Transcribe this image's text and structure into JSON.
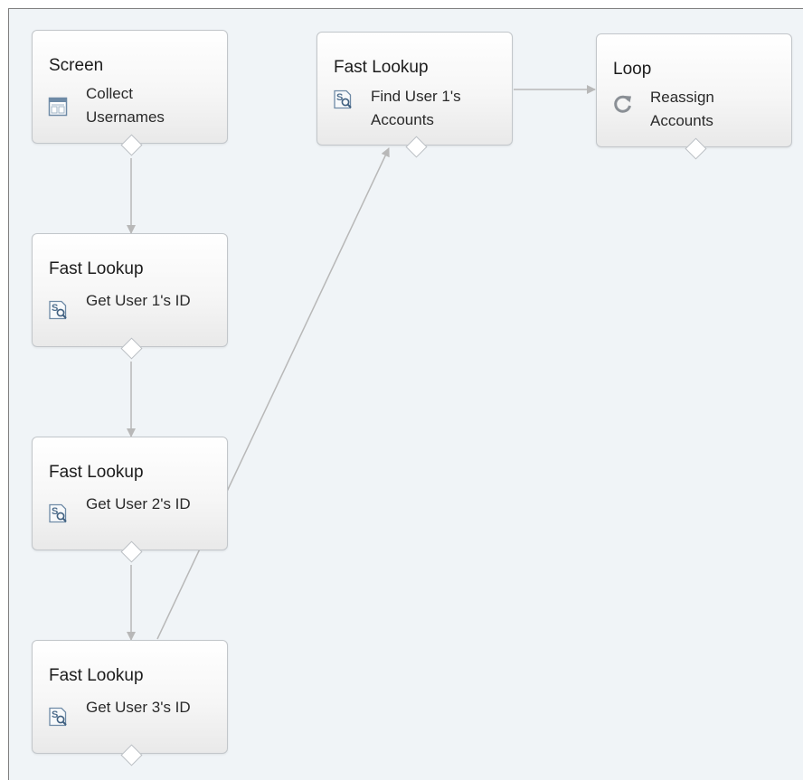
{
  "flow": {
    "nodes": [
      {
        "id": "screen-collect-usernames",
        "type": "Screen",
        "label": "Collect\nUsernames",
        "icon": "screen-icon"
      },
      {
        "id": "fast-lookup-get-user-1",
        "type": "Fast Lookup",
        "label": "Get User 1's ID",
        "icon": "fast-lookup-icon"
      },
      {
        "id": "fast-lookup-get-user-2",
        "type": "Fast Lookup",
        "label": "Get User 2's ID",
        "icon": "fast-lookup-icon"
      },
      {
        "id": "fast-lookup-get-user-3",
        "type": "Fast Lookup",
        "label": "Get User 3's ID",
        "icon": "fast-lookup-icon"
      },
      {
        "id": "fast-lookup-find-accounts",
        "type": "Fast Lookup",
        "label": "Find User 1's\nAccounts",
        "icon": "fast-lookup-icon"
      },
      {
        "id": "loop-reassign-accounts",
        "type": "Loop",
        "label": "Reassign\nAccounts",
        "icon": "loop-icon"
      }
    ],
    "connectors": [
      {
        "from": "screen-collect-usernames",
        "to": "fast-lookup-get-user-1"
      },
      {
        "from": "fast-lookup-get-user-1",
        "to": "fast-lookup-get-user-2"
      },
      {
        "from": "fast-lookup-get-user-2",
        "to": "fast-lookup-get-user-3"
      },
      {
        "from": "fast-lookup-get-user-3",
        "to": "fast-lookup-find-accounts"
      },
      {
        "from": "fast-lookup-find-accounts",
        "to": "loop-reassign-accounts"
      }
    ],
    "colors": {
      "canvas_background": "#f0f4f7",
      "connector": "#b8b8b8",
      "node_border": "#c2c6ca"
    }
  }
}
